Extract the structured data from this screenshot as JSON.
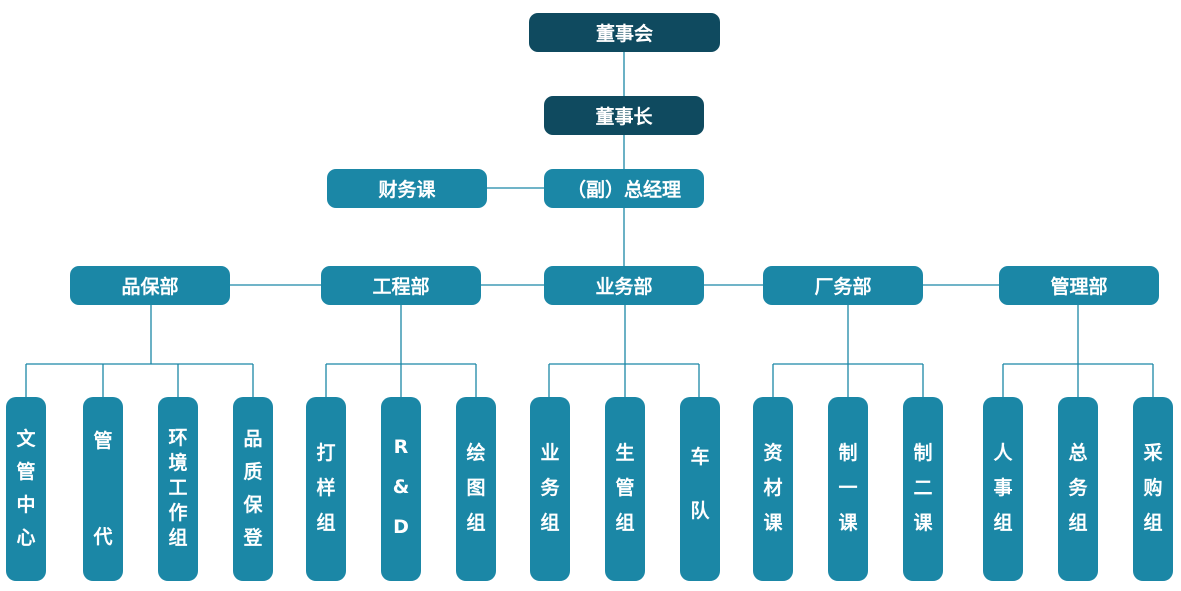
{
  "chart_data": {
    "type": "org-chart",
    "board": "董事会",
    "chairman": "董事长",
    "general_manager": "（副）总经理",
    "gm_staff": "财务课",
    "departments": [
      {
        "name": "品保部",
        "units": [
          "文管中心",
          "管代",
          "环境工作组",
          "品质保登"
        ]
      },
      {
        "name": "工程部",
        "units": [
          "打样组",
          "R&D",
          "绘图组"
        ]
      },
      {
        "name": "业务部",
        "units": [
          "业务组",
          "生管组",
          "车队"
        ]
      },
      {
        "name": "厂务部",
        "units": [
          "资材课",
          "制一课",
          "制二课"
        ]
      },
      {
        "name": "管理部",
        "units": [
          "人事组",
          "总务组",
          "采购组"
        ]
      }
    ]
  },
  "colors": {
    "dark": "#0f4a5f",
    "teal": "#1b87a6",
    "line": "#1b87a6"
  }
}
